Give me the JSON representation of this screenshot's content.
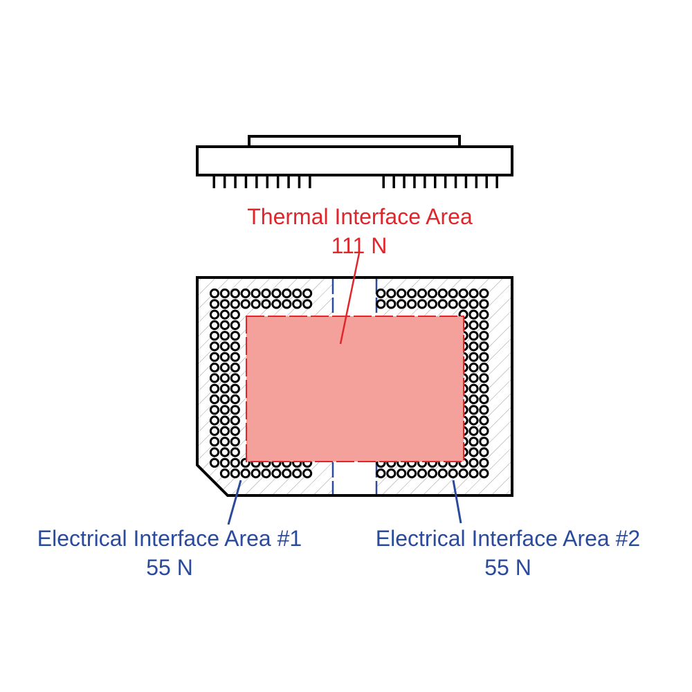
{
  "colors": {
    "thermal": "#e0262b",
    "thermal_fill": "#f4a19c",
    "electrical": "#2a4a9c",
    "outline": "#000000"
  },
  "thermal_area": {
    "label": "Thermal Interface Area",
    "force": "111 N"
  },
  "electrical_area_1": {
    "label": "Electrical Interface Area #1",
    "force": "55 N"
  },
  "electrical_area_2": {
    "label": "Electrical Interface Area #2",
    "force": "55 N"
  }
}
